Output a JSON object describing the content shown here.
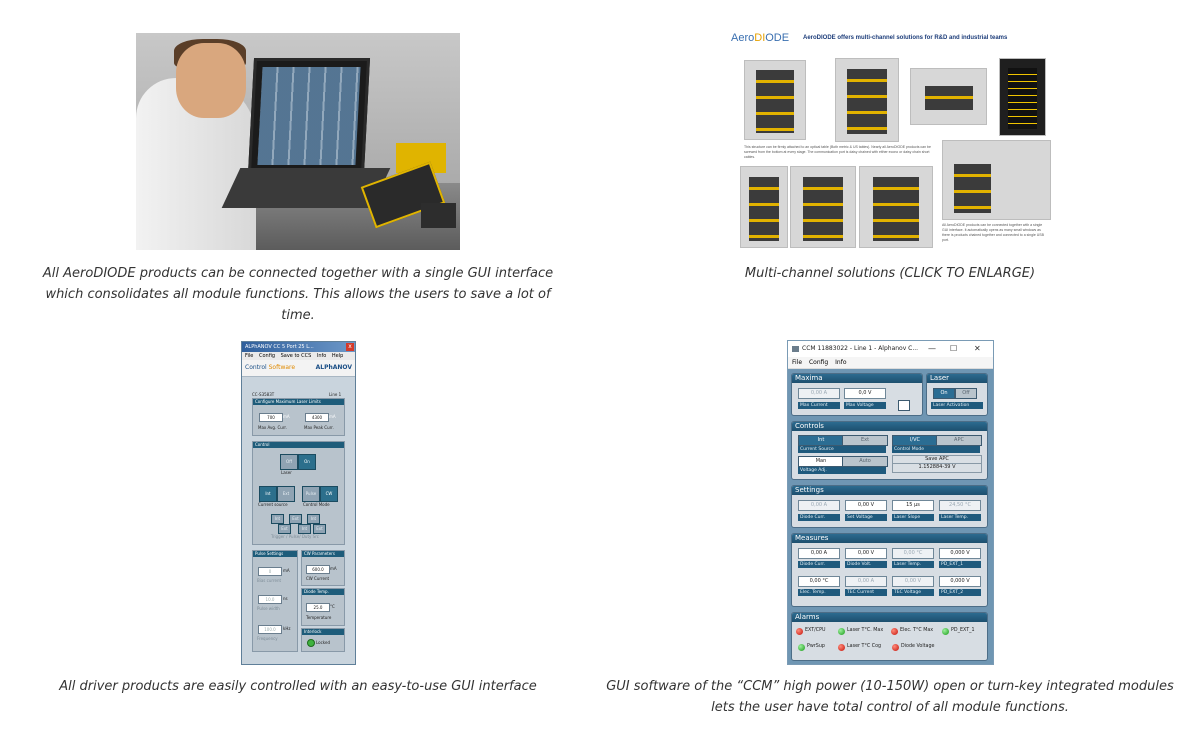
{
  "captions": {
    "top_left": "All AeroDIODE products can be connected together with a single GUI interface which consolidates all module functions. This allows the users to save a lot of time.",
    "top_right": "Multi-channel solutions (CLICK TO ENLARGE)",
    "bottom_left": "All driver products are easily controlled with an easy-to-use GUI interface",
    "bottom_right": "GUI software of the “CCM” high power (10-150W) open or turn-key integrated modules lets the user have total control of all module functions."
  },
  "collage": {
    "logo_text": "Aero",
    "logo_accent": "DI",
    "logo_rest": "ODE",
    "headline": "AeroDIODE offers multi-channel solutions for R&D and industrial teams",
    "text_left": "This structure can be firmly attached to an optical table (Both metric & US tables). Nearly all AeroDIODE products can be screwed from the bottom at every stage. The communication port is daisy chained with either econo or daisy chain short cables.",
    "text_right": "All AeroDIODE products can be connected together with a single GUI interface. It automatically opens as many small windows as there is products chained together and connected to a single USB port."
  },
  "gui1": {
    "title": "ALPhANOV CC 5 Port 25 L...",
    "close": "x",
    "menu": [
      "File",
      "Config",
      "Save to CCS",
      "Info",
      "Help"
    ],
    "banner_left_a": "Control ",
    "banner_left_b": "Software",
    "banner_right": "ALPhANOV",
    "device_id": "CC-S3583T",
    "line": "Line 1",
    "p_max_header": "Configure Maximum Laser Limits",
    "max_avg_value": "700",
    "max_avg_unit": "mA",
    "max_avg_label": "Max Avg. Curr.",
    "max_peak_value": "4300",
    "max_peak_unit": "mA",
    "max_peak_label": "Max Peak Curr.",
    "control_header": "Control",
    "off": "Off",
    "on": "On",
    "laser_label": "Laser",
    "int": "Int",
    "ext": "Ext",
    "pulse": "Pulse",
    "cw": "CW",
    "current_source": "Current source",
    "control_mode": "Control Mode",
    "ext_int_a": "Int",
    "ext_int_b": "Ext",
    "ext_int_c": "Int",
    "ext_int_d": "Ext",
    "ext_int_e": "Int",
    "ext_int_f": "Ext",
    "trigger_label": "Trigger / Pulse/ Duty Src",
    "pulse_settings": "Pulse Settings",
    "ps_v1": "0",
    "ps_u1": "mA",
    "ps_l1": "Bias current",
    "ps_v2": "10.0",
    "ps_u2": "ns",
    "ps_l2": "Pulse width",
    "ps_v3": "100.0",
    "ps_u3": "kHz",
    "ps_l3": "Frequency",
    "cw_params": "CW Parameters",
    "cw_value": "600.0",
    "cw_unit": "mA",
    "cw_label": "CW Current",
    "diode_temp": "Diode Temp.",
    "temp_value": "25.0",
    "temp_unit": "°C",
    "temp_label": "Temperature",
    "interlock": "Interlock",
    "interlock_state": "Locked"
  },
  "gui2": {
    "title": "CCM 11883022 - Line 1 - Alphanov C...",
    "min": "—",
    "max": "☐",
    "close": "✕",
    "menu": [
      "File",
      "Config",
      "Info"
    ],
    "maxima": {
      "header": "Maxima",
      "current_value": "0,00 A",
      "voltage_value": "0,0 V",
      "current_label": "Max Current",
      "voltage_label": "Max Voltage"
    },
    "laser": {
      "header": "Laser",
      "on": "On",
      "off": "Off",
      "label": "Laser Activation"
    },
    "controls": {
      "header": "Controls",
      "int": "Int",
      "ext": "Ext",
      "ivc": "I/VC",
      "apc": "APC",
      "current_source_label": "Current Source",
      "control_mode_label": "Control Mode",
      "man": "Man",
      "auto": "Auto",
      "voltage_adj_label": "Voltage Adj.",
      "save_apc": "Save APC",
      "apc_value": "1.152884-39 V"
    },
    "settings": {
      "header": "Settings",
      "diode_curr_value": "0,00 A",
      "set_voltage_value": "0,00 V",
      "laser_slope_value": "15 µs",
      "laser_temp_value": "24,50 °C",
      "diode_curr_label": "Diode Curr.",
      "set_voltage_label": "Set Voltage",
      "laser_slope_label": "Laser Slope",
      "laser_temp_label": "Laser Temp."
    },
    "measures": {
      "header": "Measures",
      "row1_values": [
        "0,00 A",
        "0,00 V",
        "0,00 °C",
        "0,000 V"
      ],
      "row1_labels": [
        "Diode Curr.",
        "Diode Volt.",
        "Laser Temp.",
        "PD_EXT_1"
      ],
      "row2_values": [
        "0,00 °C",
        "0,00 A",
        "0,00 V",
        "0,000 V"
      ],
      "row2_labels": [
        "Elec. Temp.",
        "TEC Current",
        "TEC Voltage",
        "PD_EXT_2"
      ]
    },
    "alarms": {
      "header": "Alarms",
      "row1": [
        "EXT/CPU",
        "Laser T°C. Max",
        "Elec. T°C Max",
        "PD_EXT_1"
      ],
      "row2": [
        "PwrSup",
        "Laser T°C Cog",
        "Diode Voltage"
      ]
    }
  },
  "colors": {
    "caption_text": "#333333",
    "gui_header_blue": "#1d4f6e",
    "alarm_red": "#c4120a",
    "alarm_green": "#179a17"
  }
}
